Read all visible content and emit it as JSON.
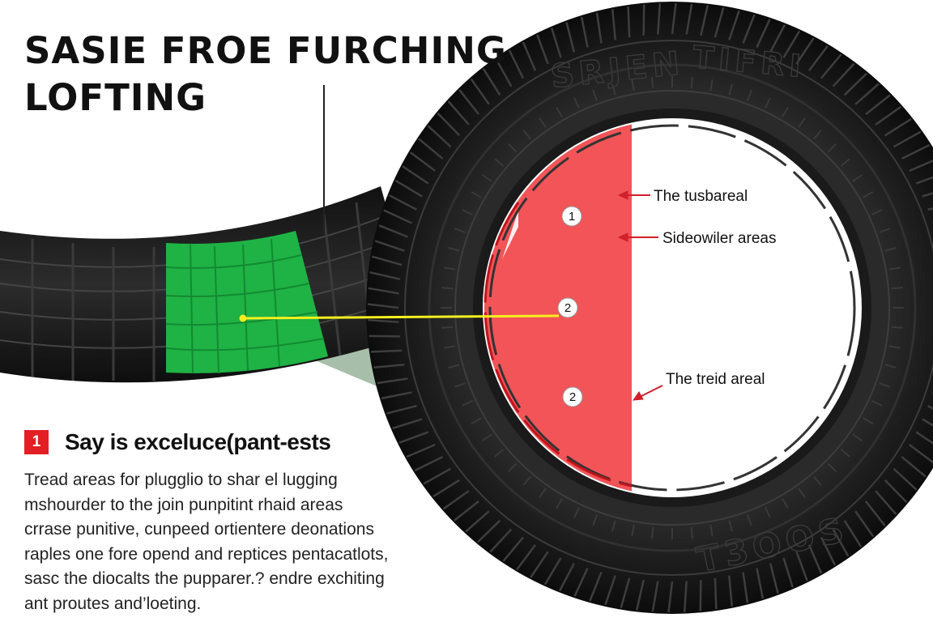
{
  "title": {
    "line1": "SASIE FROE FURCHING",
    "line2": "LOFTING"
  },
  "tire_markings": {
    "top_left": "SRJEN",
    "top_right": "TIFRI",
    "bottom": "T3OOS"
  },
  "callouts": [
    {
      "label": "The tusbareal"
    },
    {
      "label": "Sideowiler areas"
    },
    {
      "label": "The treid areal"
    }
  ],
  "markers": [
    "1",
    "2",
    "2"
  ],
  "legend": {
    "badge": "1",
    "heading": "Say is exceluce(pant-ests",
    "paragraph_lines": [
      "Tread areas for plugglio to shar el lugging",
      "mshourder to the join punpitint rhaid areas",
      "crrase punitive, cunpeed ortientere deonations",
      "raples one fore opend and reptices pentacatlots,",
      "sasc the diocalts the pupparer.? endre exchiting",
      "ant proutes and’loeting."
    ]
  },
  "colors": {
    "tire": "#1d1d1d",
    "tread_highlight": "#1fb245",
    "sidewall_highlight": "#f25458",
    "pointer_line": "#f4f020",
    "arrow": "#d0202a"
  }
}
